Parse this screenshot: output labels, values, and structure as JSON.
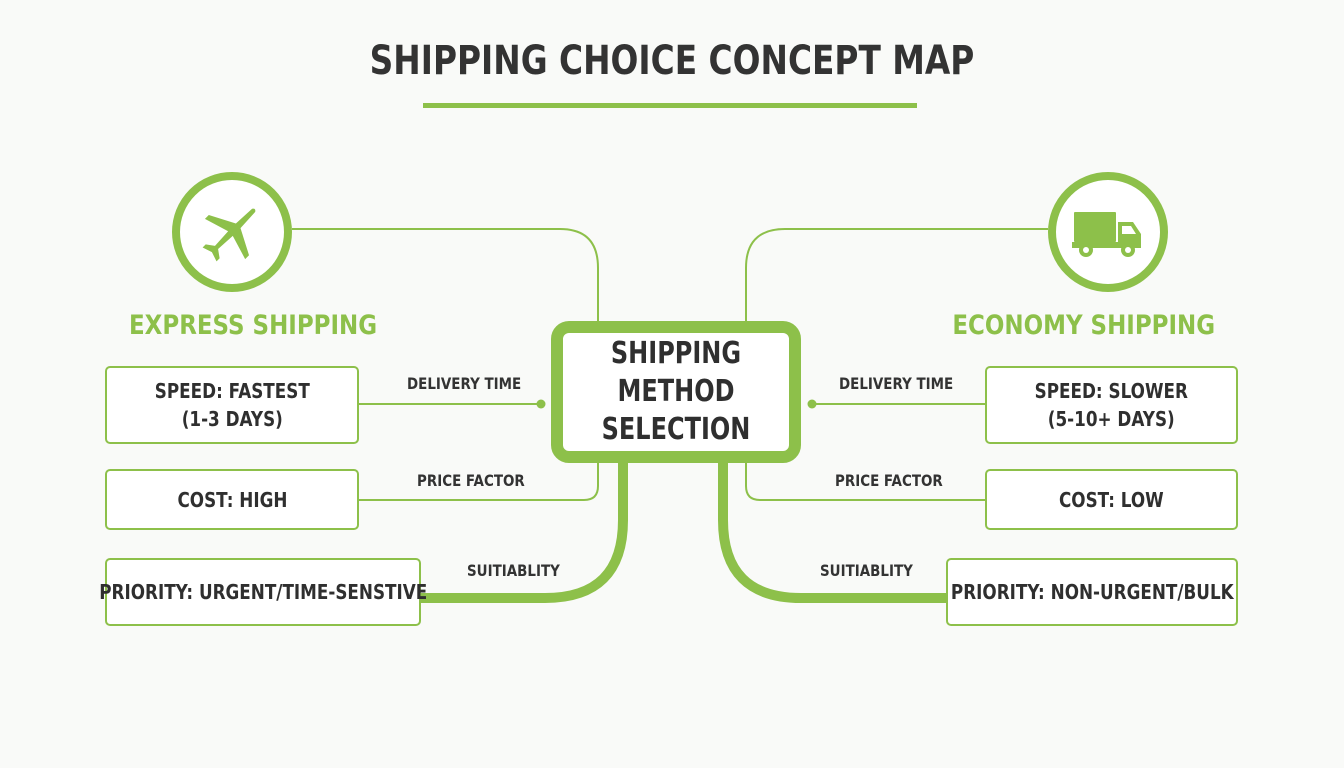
{
  "title": "SHIPPING CHOICE CONCEPT MAP",
  "colors": {
    "accent": "#8dc04a",
    "text": "#333333",
    "background": "#f9faf8"
  },
  "center": {
    "label": "SHIPPING METHOD\nSELECTION"
  },
  "express": {
    "heading": "EXPRESS SHIPPING",
    "icon": "airplane-icon",
    "speed": "SPEED: FASTEST\n(1-3 DAYS)",
    "cost": "COST: HIGH",
    "priority": "PRIORITY: URGENT/TIME-SENSTIVE"
  },
  "economy": {
    "heading": "ECONOMY SHIPPING",
    "icon": "truck-icon",
    "speed": "SPEED: SLOWER\n(5-10+ DAYS)",
    "cost": "COST: LOW",
    "priority": "PRIORITY: NON-URGENT/BULK"
  },
  "connectors": {
    "delivery_time": "DELIVERY TIME",
    "price_factor": "PRICE FACTOR",
    "suitability": "SUITIABLITY"
  }
}
